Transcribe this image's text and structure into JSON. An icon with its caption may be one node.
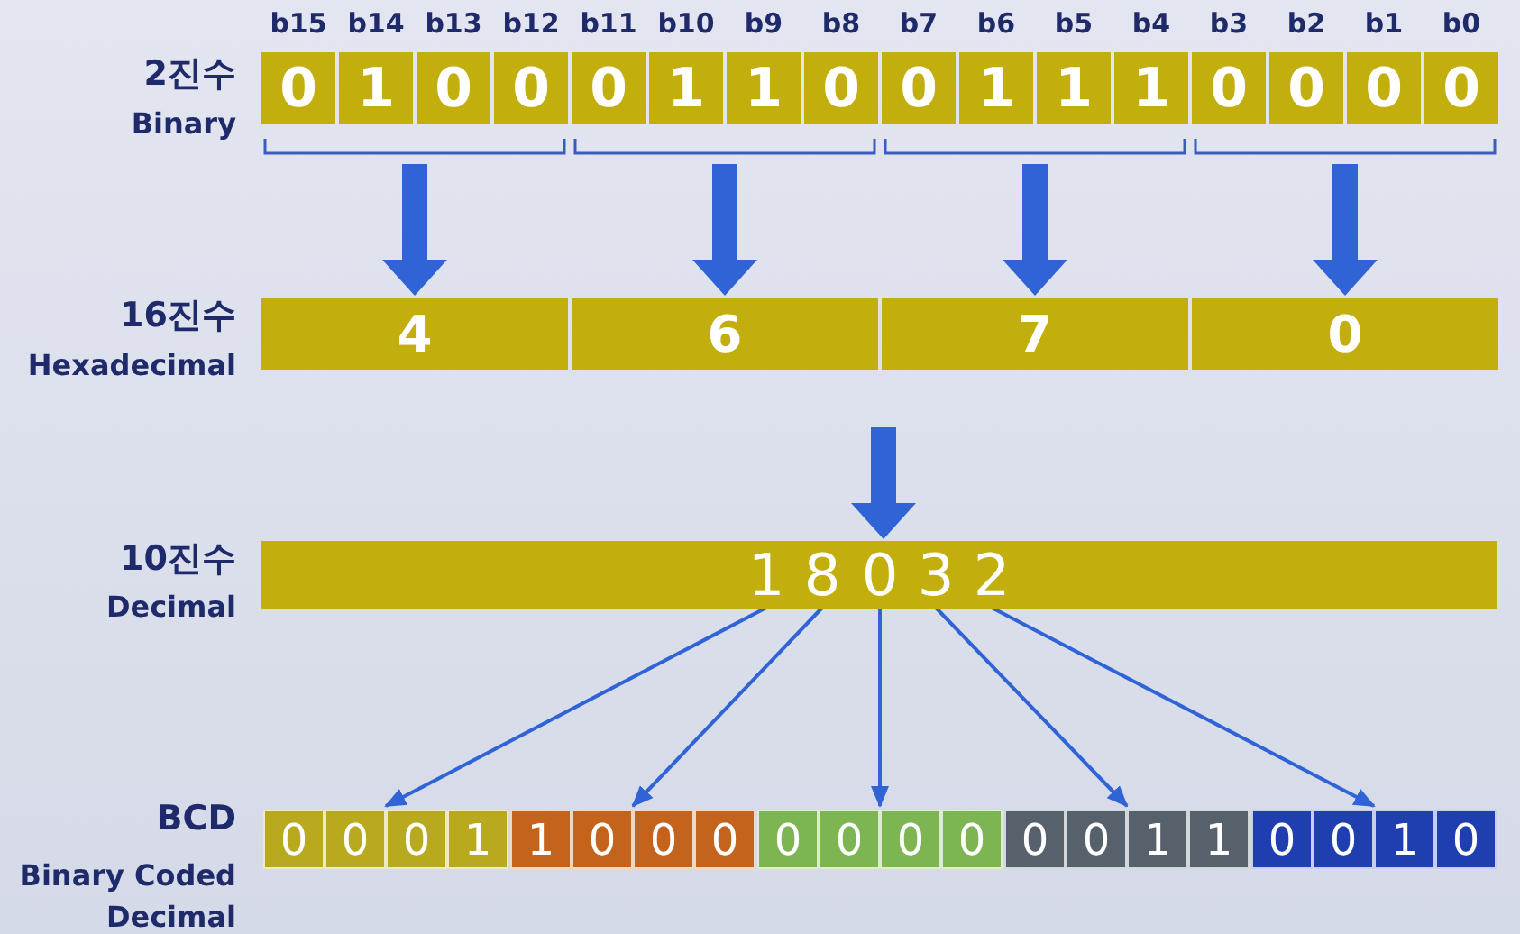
{
  "diagram": {
    "nodes": [
      {
        "text": [],
        "shape": "box"
      },
      {
        "text": [
          "0"
        ],
        "in": 0
      },
      {
        "text": [
          "1"
        ],
        "in": 0
      },
      {
        "text": [
          "0"
        ],
        "in": 0
      },
      {
        "text": [
          "0"
        ],
        "in": 0
      },
      {
        "text": [],
        "shape": "box"
      },
      {
        "text": [
          "0"
        ],
        "in": 5
      },
      {
        "text": [
          "1"
        ],
        "in": 5
      },
      {
        "text": [
          "1"
        ],
        "in": 5
      },
      {
        "text": [
          "0"
        ],
        "in": 5
      },
      {
        "text": [],
        "shape": "box"
      },
      {
        "text": [
          "0"
        ],
        "in": 10
      },
      {
        "text": [
          "1"
        ],
        "in": 10
      },
      {
        "text": [
          "1"
        ],
        "in": 10
      },
      {
        "text": [
          "1"
        ],
        "in": 10
      },
      {
        "text": [],
        "shape": "box"
      },
      {
        "text": [
          "0"
        ],
        "in": 15
      },
      {
        "text": [
          "0"
        ],
        "in": 15
      },
      {
        "text": [
          "0"
        ],
        "in": 15
      },
      {
        "text": [
          "0"
        ],
        "in": 15
      },
      {
        "text": [
          "4"
        ]
      },
      {
        "text": [
          "6"
        ]
      },
      {
        "text": [
          "7"
        ]
      },
      {
        "text": [
          "0"
        ]
      },
      {
        "text": [],
        "shape": "bar"
      },
      {
        "text": [
          "1"
        ],
        "in": 24
      },
      {
        "text": [
          "8"
        ],
        "in": 24
      },
      {
        "text": [
          "0"
        ],
        "in": 24
      },
      {
        "text": [
          "3"
        ],
        "in": 24
      },
      {
        "text": [
          "2"
        ],
        "in": 24
      },
      {
        "text": [],
        "shape": "box"
      },
      {
        "text": [
          "0"
        ],
        "in": 30
      },
      {
        "text": [
          "0"
        ],
        "in": 30
      },
      {
        "text": [
          "0"
        ],
        "in": 30
      },
      {
        "text": [
          "1"
        ],
        "in": 30
      },
      {
        "text": [],
        "shape": "box"
      },
      {
        "text": [
          "1"
        ],
        "in": 35
      },
      {
        "text": [
          "0"
        ],
        "in": 35
      },
      {
        "text": [
          "0"
        ],
        "in": 35
      },
      {
        "text": [
          "0"
        ],
        "in": 35
      },
      {
        "text": [],
        "shape": "box"
      },
      {
        "text": [
          "0"
        ],
        "in": 40
      },
      {
        "text": [
          "0"
        ],
        "in": 40
      },
      {
        "text": [
          "0"
        ],
        "in": 40
      },
      {
        "text": [
          "0"
        ],
        "in": 40
      },
      {
        "text": [],
        "shape": "box"
      },
      {
        "text": [
          "0"
        ],
        "in": 45
      },
      {
        "text": [
          "0"
        ],
        "in": 45
      },
      {
        "text": [
          "1"
        ],
        "in": 45
      },
      {
        "text": [
          "1"
        ],
        "in": 45
      },
      {
        "text": [],
        "shape": "box"
      },
      {
        "text": [
          "0"
        ],
        "in": 50
      },
      {
        "text": [
          "0"
        ],
        "in": 50
      },
      {
        "text": [
          "1"
        ],
        "in": 50
      },
      {
        "text": [
          "0"
        ],
        "in": 50
      }
    ],
    "edges": [
      {
        "from": 0,
        "to": 20,
        "arrow": "to",
        "style": "thick"
      },
      {
        "from": 5,
        "to": 21,
        "arrow": "to",
        "style": "thick"
      },
      {
        "from": 10,
        "to": 22,
        "arrow": "to",
        "style": "thick"
      },
      {
        "from": 15,
        "to": 23,
        "arrow": "to",
        "style": "thick"
      },
      {
        "from": null,
        "to": 24,
        "arrow": "to",
        "style": "thick"
      },
      {
        "from": 25,
        "to": 30,
        "arrow": "to"
      },
      {
        "from": 26,
        "to": 35,
        "arrow": "to"
      },
      {
        "from": 27,
        "to": 40,
        "arrow": "to"
      },
      {
        "from": 28,
        "to": 45,
        "arrow": "to"
      },
      {
        "from": 29,
        "to": 50,
        "arrow": "to"
      }
    ],
    "labels": [
      "b15",
      "b14",
      "b13",
      "b12",
      "b11",
      "b10",
      "b9",
      "b8",
      "b7",
      "b6",
      "b5",
      "b4",
      "b3",
      "b2",
      "b1",
      "b0",
      "2진수",
      "Binary",
      "16진수",
      "Hexadecimal",
      "10진수",
      "Decimal",
      "BCD",
      "Binary Coded Decimal"
    ]
  }
}
